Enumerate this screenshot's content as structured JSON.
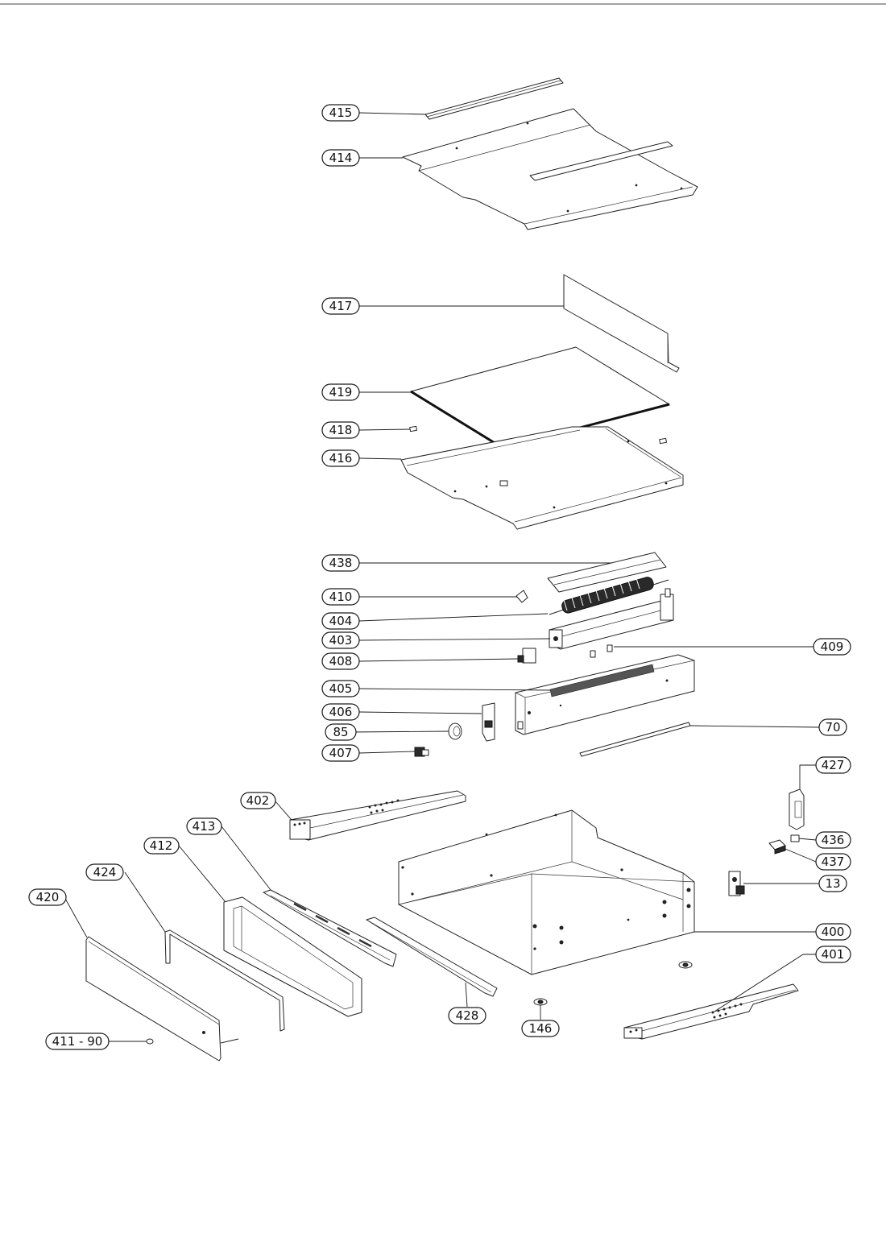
{
  "diagram": {
    "callouts": [
      {
        "id": "c415",
        "label": "415"
      },
      {
        "id": "c414",
        "label": "414"
      },
      {
        "id": "c417",
        "label": "417"
      },
      {
        "id": "c419",
        "label": "419"
      },
      {
        "id": "c418",
        "label": "418"
      },
      {
        "id": "c416",
        "label": "416"
      },
      {
        "id": "c438",
        "label": "438"
      },
      {
        "id": "c410",
        "label": "410"
      },
      {
        "id": "c404",
        "label": "404"
      },
      {
        "id": "c403",
        "label": "403"
      },
      {
        "id": "c409",
        "label": "409"
      },
      {
        "id": "c408",
        "label": "408"
      },
      {
        "id": "c405",
        "label": "405"
      },
      {
        "id": "c406",
        "label": "406"
      },
      {
        "id": "c85",
        "label": "85"
      },
      {
        "id": "c70",
        "label": "70"
      },
      {
        "id": "c407",
        "label": "407"
      },
      {
        "id": "c427",
        "label": "427"
      },
      {
        "id": "c402",
        "label": "402"
      },
      {
        "id": "c413",
        "label": "413"
      },
      {
        "id": "c412",
        "label": "412"
      },
      {
        "id": "c436",
        "label": "436"
      },
      {
        "id": "c424",
        "label": "424"
      },
      {
        "id": "c437",
        "label": "437"
      },
      {
        "id": "c420",
        "label": "420"
      },
      {
        "id": "c13",
        "label": "13"
      },
      {
        "id": "c400",
        "label": "400"
      },
      {
        "id": "c401",
        "label": "401"
      },
      {
        "id": "c428",
        "label": "428"
      },
      {
        "id": "c146",
        "label": "146"
      },
      {
        "id": "c411-90",
        "label": "411 - 90"
      }
    ]
  }
}
